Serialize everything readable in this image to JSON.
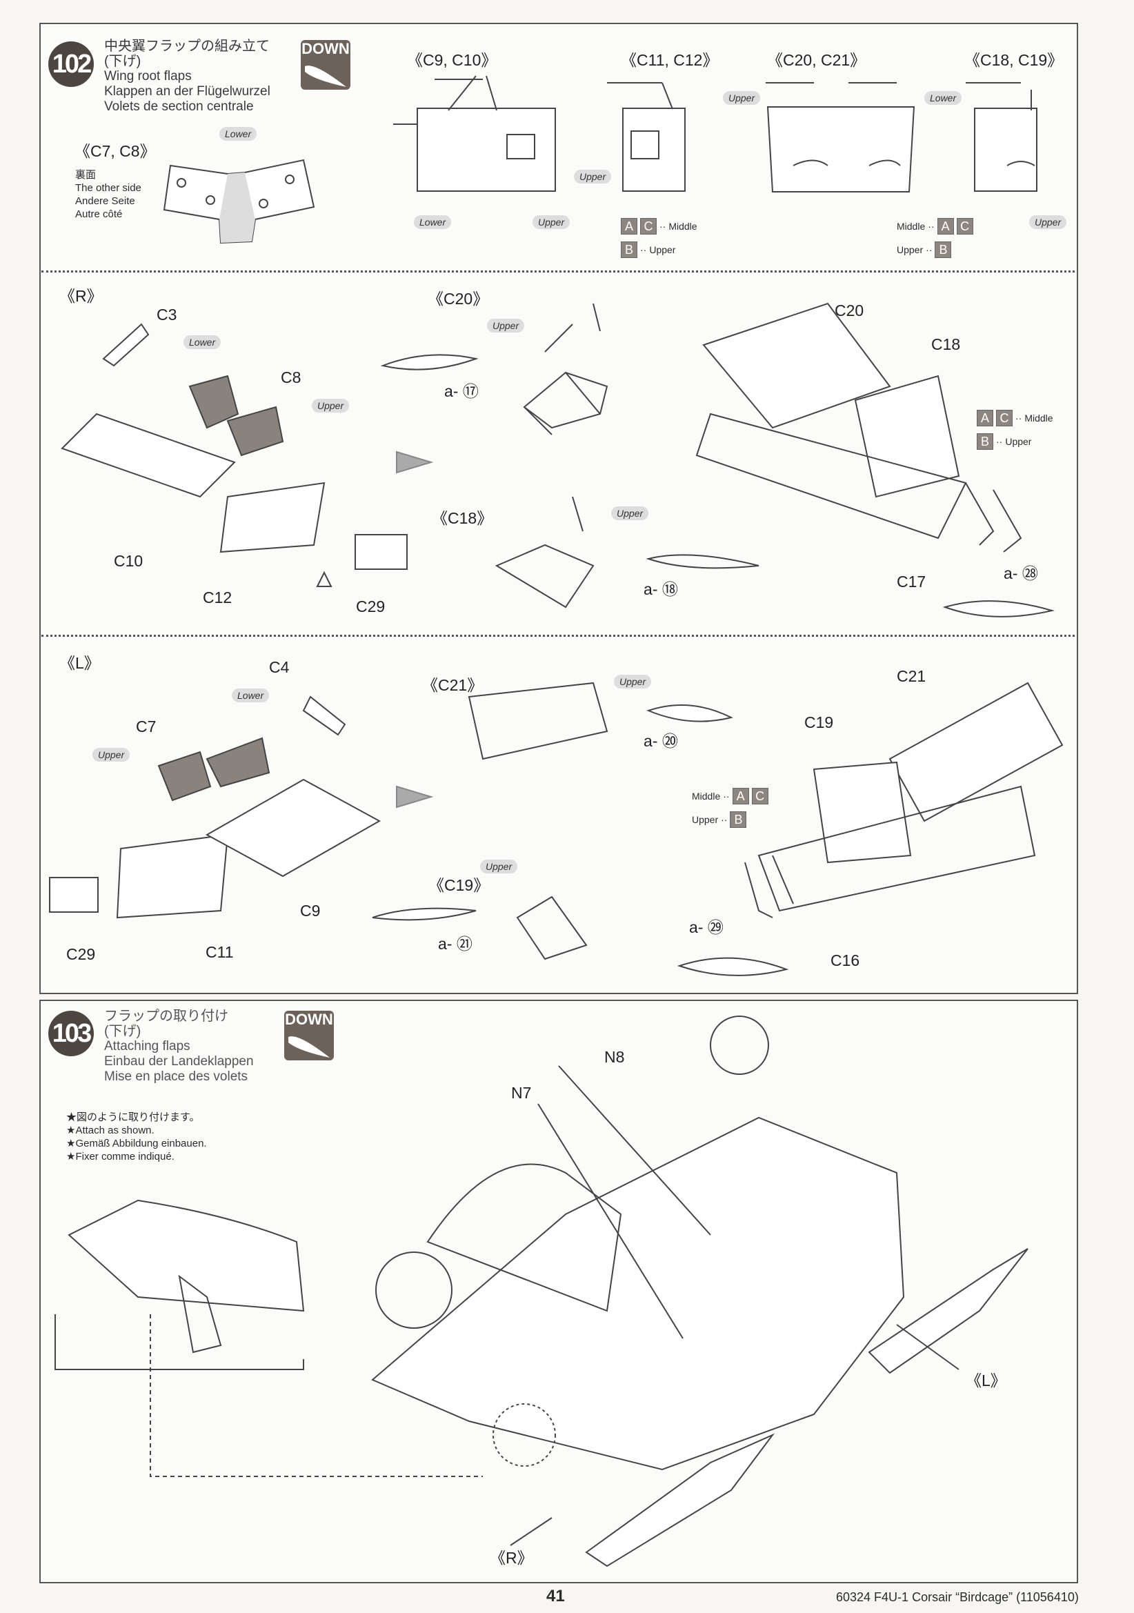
{
  "step102": {
    "number": "102",
    "title_jp": "中央翼フラップの組み立て",
    "title_jp_sub": "(下げ)",
    "title_en": "Wing root flaps",
    "title_de": "Klappen an der Flügelwurzel",
    "title_fr": "Volets de section centrale",
    "badge": "DOWN",
    "c7c8": {
      "label": "《C7, C8》",
      "note_jp": "裏面",
      "note_en": "The other side",
      "note_de": "Andere Seite",
      "note_fr": "Autre côté",
      "tag": "Lower"
    },
    "c9c10": {
      "label": "《C9, C10》",
      "tag_left": "Lower",
      "tag_right": "Upper"
    },
    "c11c12": {
      "label": "《C11, C12》",
      "tag": "Upper",
      "paint1_codes": "A C",
      "paint1_a": "A",
      "paint1_c": "C",
      "paint1_label": "Middle",
      "paint2_b": "B",
      "paint2_label": "Upper"
    },
    "c20c21": {
      "label": "《C20, C21》",
      "tag_left": "Upper",
      "tag_right": "Lower"
    },
    "c18c19": {
      "label": "《C18, C19》",
      "paint1_label": "Middle",
      "paint1_a": "A",
      "paint1_c": "C",
      "paint2_label": "Upper",
      "paint2_b": "B",
      "tag": "Upper"
    },
    "right": {
      "label": "《R》",
      "c3": "C3",
      "c3_tag": "Lower",
      "c8": "C8",
      "c8_tag": "Upper",
      "c10": "C10",
      "c12": "C12",
      "c29": "C29",
      "c20_label": "《C20》",
      "c20_tag": "Upper",
      "c20_decal": "a- ⑰",
      "c18_label": "《C18》",
      "c18_tag": "Upper",
      "c18_decal": "a- ⑱",
      "asm_c20": "C20",
      "asm_c18": "C18",
      "asm_c17": "C17",
      "asm_paint1_a": "A",
      "asm_paint1_c": "C",
      "asm_paint1_label": "Middle",
      "asm_paint2_b": "B",
      "asm_paint2_label": "Upper",
      "asm_decal": "a- ㉘"
    },
    "left": {
      "label": "《L》",
      "c4": "C4",
      "c4_tag": "Lower",
      "c7": "C7",
      "c7_tag": "Upper",
      "c9": "C9",
      "c11": "C11",
      "c29": "C29",
      "c21_label": "《C21》",
      "c21_tag": "Upper",
      "c21_decal": "a- ⑳",
      "c19_label": "《C19》",
      "c19_tag": "Upper",
      "c19_decal": "a- ㉑",
      "asm_c21": "C21",
      "asm_c19": "C19",
      "asm_c16": "C16",
      "asm_paint1_label": "Middle",
      "asm_paint1_a": "A",
      "asm_paint1_c": "C",
      "asm_paint2_label": "Upper",
      "asm_paint2_b": "B",
      "asm_decal": "a- ㉙"
    }
  },
  "step103": {
    "number": "103",
    "title_jp": "フラップの取り付け",
    "title_jp_sub": "(下げ)",
    "title_en": "Attaching flaps",
    "title_de": "Einbau der Landeklappen",
    "title_fr": "Mise en place des volets",
    "badge": "DOWN",
    "notes": [
      "★図のように取り付けます。",
      "★Attach as shown.",
      "★Gemäß Abbildung einbauen.",
      "★Fixer comme indiqué."
    ],
    "n8": "N8",
    "n7": "N7",
    "left_label": "《L》",
    "right_label": "《R》"
  },
  "footer": {
    "page_number": "41",
    "product": "60324  F4U-1 Corsair “Birdcage” (11056410)"
  }
}
